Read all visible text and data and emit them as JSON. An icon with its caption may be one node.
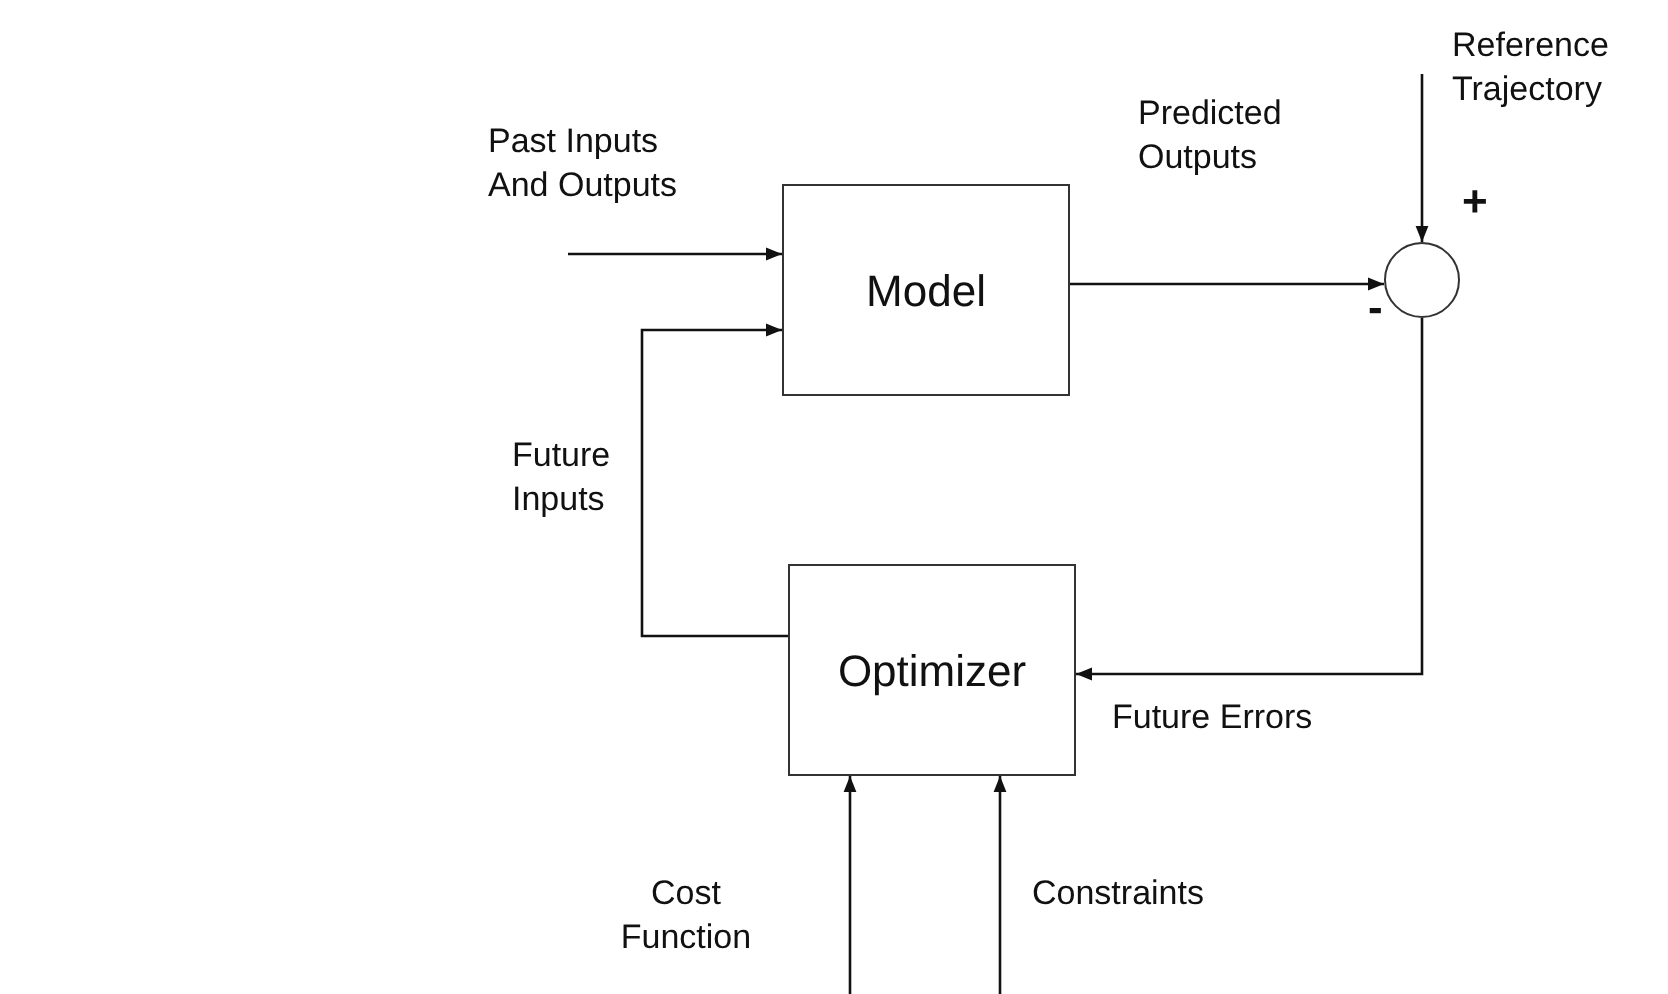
{
  "diagram": {
    "nodes": [
      {
        "text": [
          "Model"
        ]
      },
      {
        "text": [],
        "shape": "circle"
      },
      {
        "text": [
          "Optimizer"
        ]
      }
    ],
    "edges": [
      {
        "from": null,
        "to": 0,
        "arrow": "to",
        "label": "Past Inputs And Outputs"
      },
      {
        "from": 0,
        "to": 1,
        "arrow": "to",
        "label": "Predicted Outputs"
      },
      {
        "from": null,
        "to": 1,
        "arrow": "to",
        "label": "Reference Trajectory"
      },
      {
        "from": 1,
        "to": 2,
        "arrow": "to",
        "label": "Future Errors"
      },
      {
        "from": 2,
        "to": 0,
        "arrow": "to",
        "label": "Future Inputs"
      },
      {
        "from": null,
        "to": 2,
        "arrow": "to",
        "label": "Cost Function"
      },
      {
        "from": null,
        "to": 2,
        "arrow": "to",
        "label": "Constraints"
      }
    ],
    "labels": [
      "+",
      "-"
    ]
  }
}
